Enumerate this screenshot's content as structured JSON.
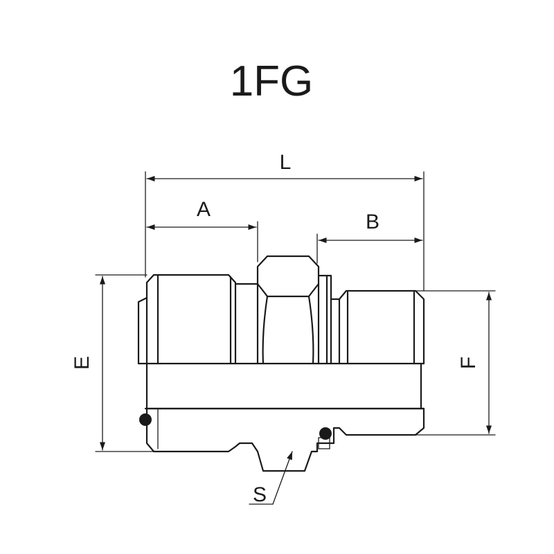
{
  "title": "1FG",
  "dimensions": {
    "L": "L",
    "A": "A",
    "B": "B",
    "E": "E",
    "F": "F",
    "S": "S"
  },
  "colors": {
    "line": "#1a1a1a",
    "background": "#ffffff"
  }
}
